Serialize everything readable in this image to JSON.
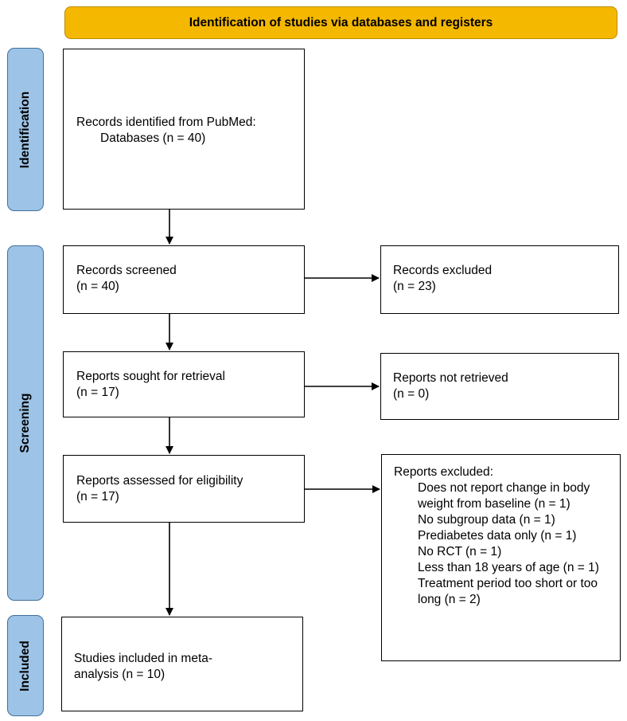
{
  "header": {
    "title": "Identification of studies via databases and registers"
  },
  "stages": {
    "identification": "Identification",
    "screening": "Screening",
    "included": "Included"
  },
  "boxes": {
    "identified": {
      "line1": "Records identified from PubMed:",
      "line2": "Databases (n = 40)"
    },
    "screened": {
      "line1": "Records screened",
      "line2": "(n = 40)"
    },
    "excluded": {
      "line1": "Records excluded",
      "line2": "(n = 23)"
    },
    "sought": {
      "line1": "Reports sought for retrieval",
      "line2": "(n = 17)"
    },
    "not_retrieved": {
      "line1": "Reports not retrieved",
      "line2": "(n = 0)"
    },
    "assessed": {
      "line1": "Reports assessed for eligibility",
      "line2": "(n = 17)"
    },
    "reports_excluded": {
      "title": "Reports excluded:",
      "reasons": [
        "Does not report change in body weight from baseline (n = 1)",
        "No subgroup data (n = 1)",
        "Prediabetes data only (n = 1)",
        "No RCT (n = 1)",
        "Less than 18 years of age (n = 1)",
        "Treatment period too short or too long (n = 2)"
      ]
    },
    "included_studies": {
      "line1": "Studies included in meta-",
      "line2": "analysis (n = 10)"
    }
  },
  "colors": {
    "header_fill": "#f5b800",
    "stage_fill": "#9dc3e6",
    "stage_border": "#41719c"
  }
}
